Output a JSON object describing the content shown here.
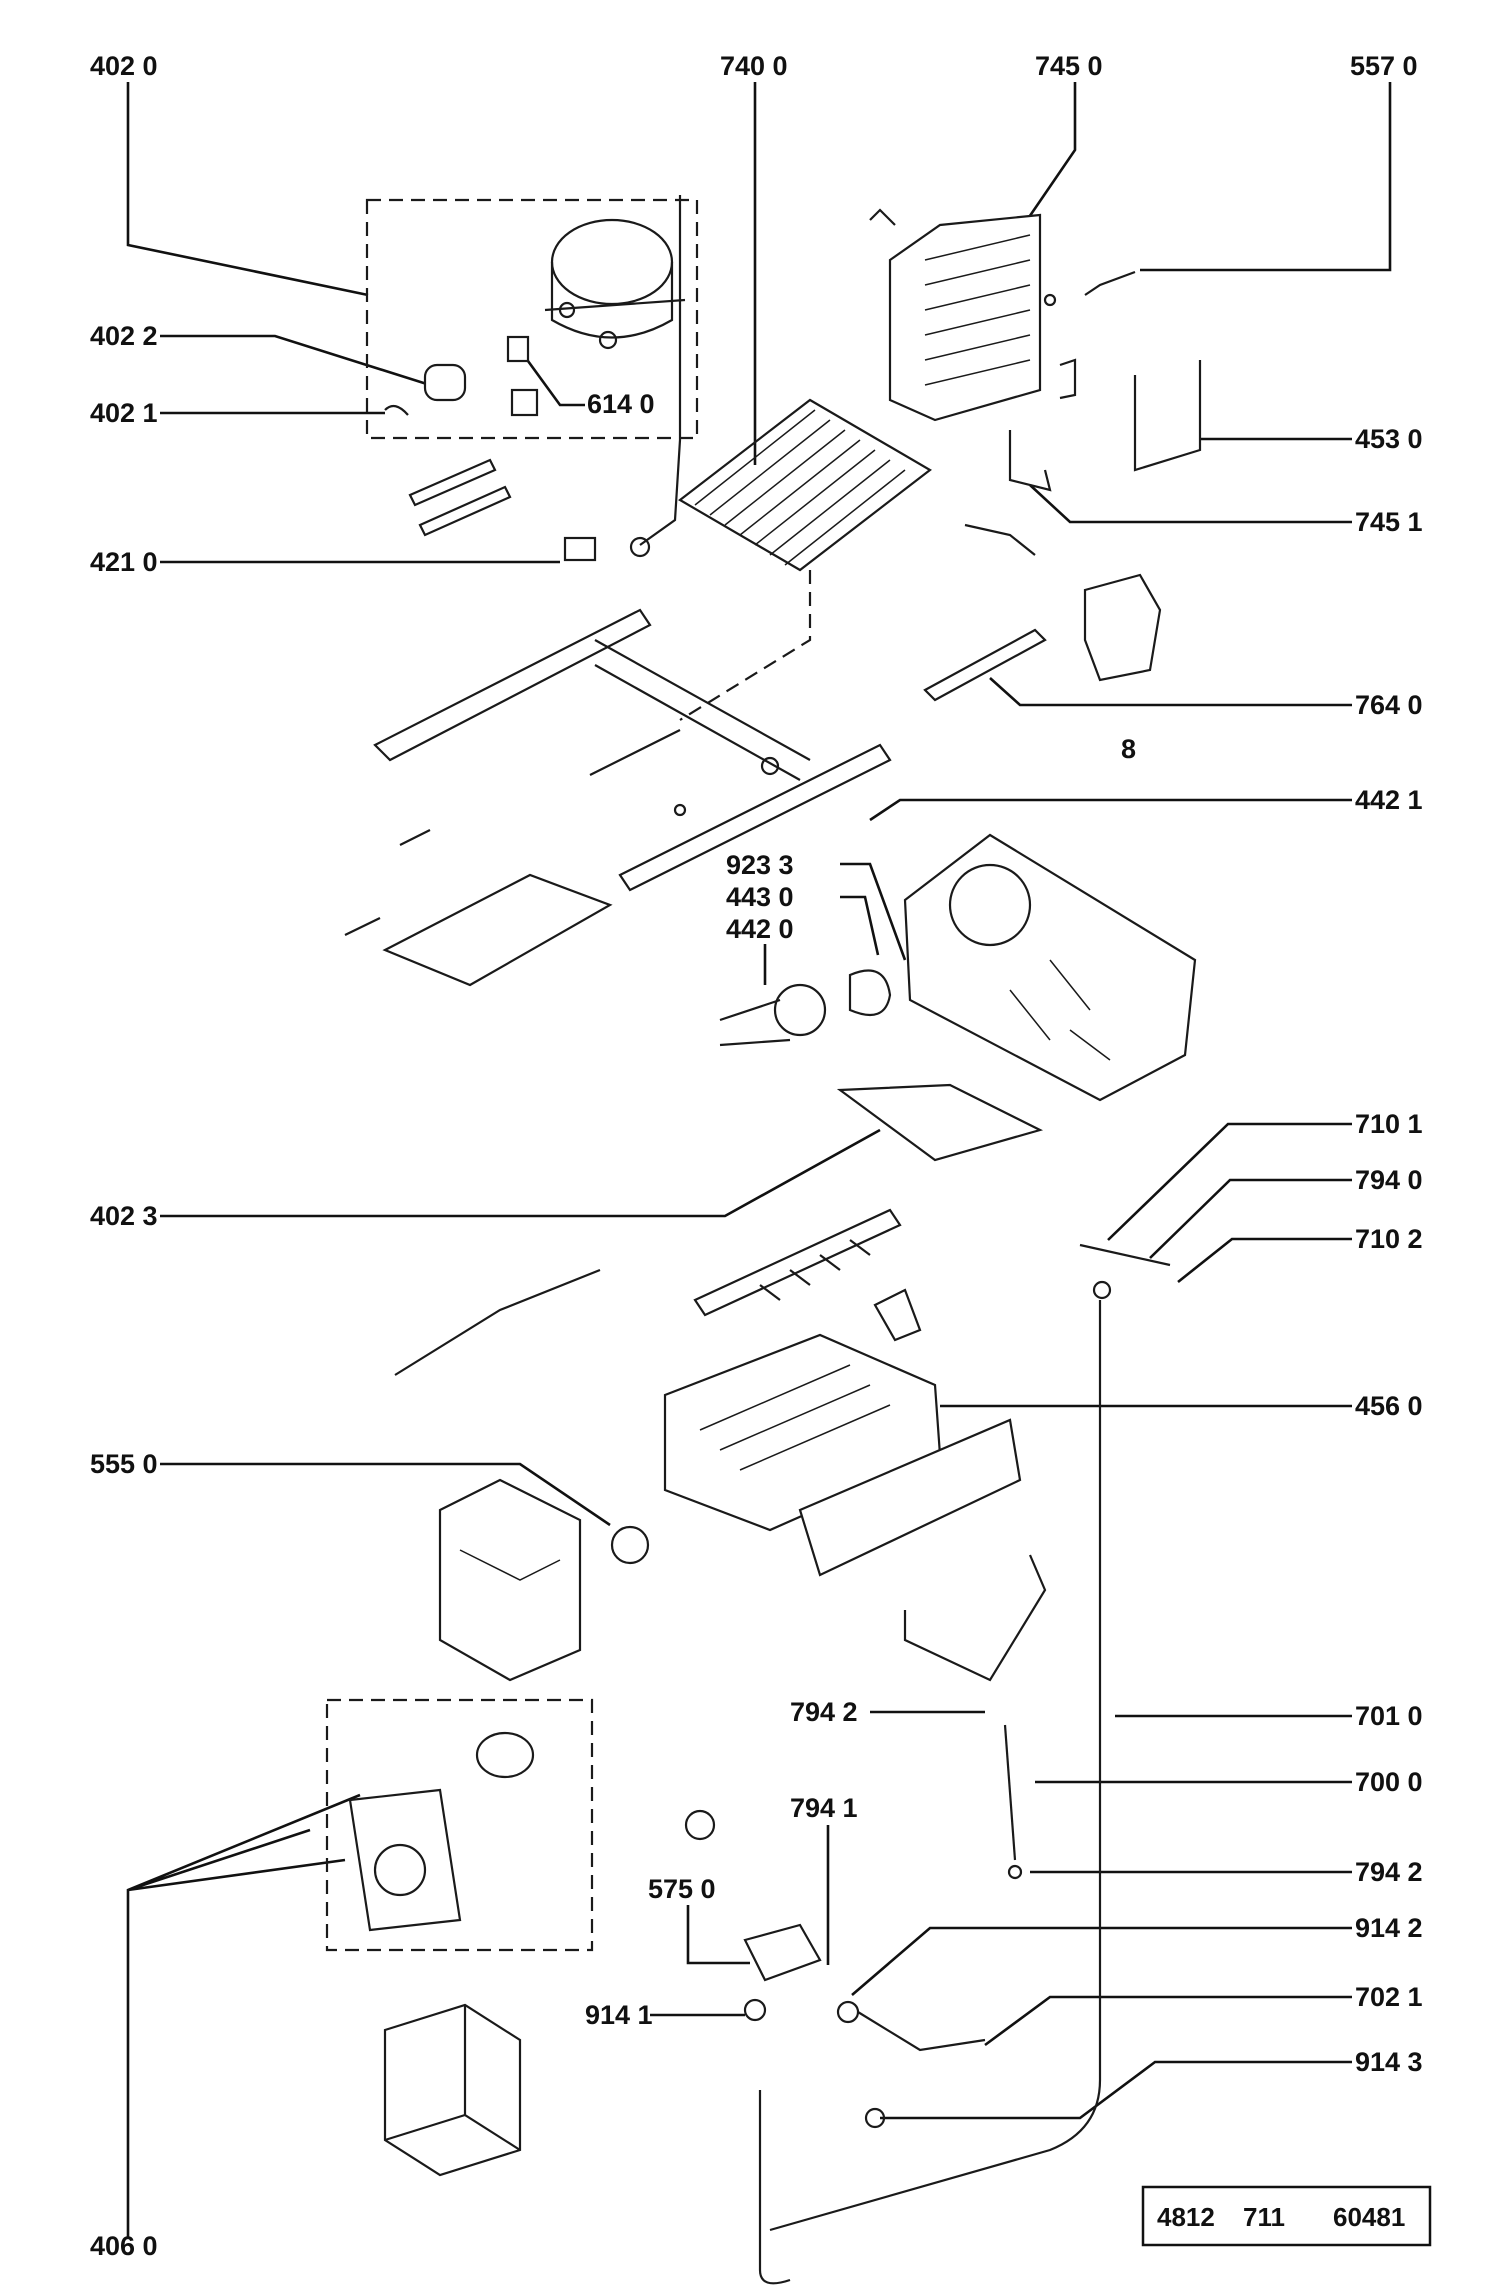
{
  "callouts": [
    {
      "id": "c4020",
      "text": "402 0"
    },
    {
      "id": "c7400",
      "text": "740 0"
    },
    {
      "id": "c7450",
      "text": "745 0"
    },
    {
      "id": "c5570",
      "text": "557 0"
    },
    {
      "id": "c4022",
      "text": "402 2"
    },
    {
      "id": "c4021",
      "text": "402 1"
    },
    {
      "id": "c6140",
      "text": "614 0"
    },
    {
      "id": "c4530",
      "text": "453 0"
    },
    {
      "id": "c7451",
      "text": "745 1"
    },
    {
      "id": "c4210",
      "text": "421 0"
    },
    {
      "id": "c7640",
      "text": "764 0"
    },
    {
      "id": "c8",
      "text": "8"
    },
    {
      "id": "c4421",
      "text": "442 1"
    },
    {
      "id": "c9233",
      "text": "923 3"
    },
    {
      "id": "c4430",
      "text": "443 0"
    },
    {
      "id": "c4420",
      "text": "442 0"
    },
    {
      "id": "c7101",
      "text": "710 1"
    },
    {
      "id": "c7940",
      "text": "794 0"
    },
    {
      "id": "c7102",
      "text": "710 2"
    },
    {
      "id": "c4023",
      "text": "402 3"
    },
    {
      "id": "c4560",
      "text": "456 0"
    },
    {
      "id": "c5550",
      "text": "555 0"
    },
    {
      "id": "c7942a",
      "text": "794 2"
    },
    {
      "id": "c7010",
      "text": "701 0"
    },
    {
      "id": "c7000",
      "text": "700 0"
    },
    {
      "id": "c7941",
      "text": "794 1"
    },
    {
      "id": "c7942b",
      "text": "794 2"
    },
    {
      "id": "c5750",
      "text": "575 0"
    },
    {
      "id": "c9142",
      "text": "914 2"
    },
    {
      "id": "c9141",
      "text": "914 1"
    },
    {
      "id": "c7021",
      "text": "702 1"
    },
    {
      "id": "c9143",
      "text": "914 3"
    },
    {
      "id": "c4060",
      "text": "406 0"
    }
  ],
  "reference": {
    "part1": "4812",
    "part2": "711",
    "part3": "60481"
  }
}
